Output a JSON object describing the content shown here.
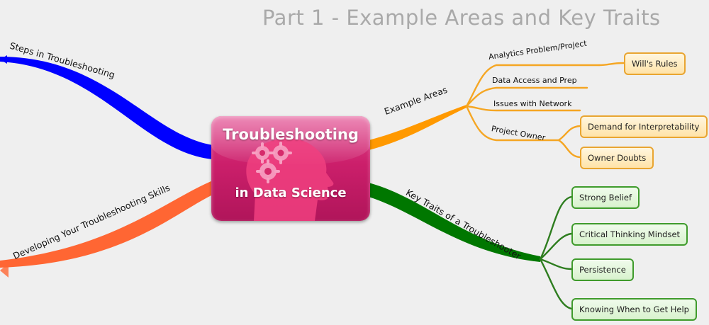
{
  "title": "Part 1 - Example Areas and Key Traits",
  "central": {
    "line1": "Troubleshooting",
    "line2": "in Data Science",
    "image": "head-with-gears-icon"
  },
  "branches": {
    "steps": {
      "label": "Steps in Troubleshooting",
      "color": "#0000ff"
    },
    "developing": {
      "label": "Developing Your Troubleshooting Skills",
      "color": "#ff6633"
    },
    "example_areas": {
      "label": "Example Areas",
      "color": "#ff9900",
      "children": [
        {
          "label": "Analytics Problem/Project",
          "leaves": [
            "Will's Rules"
          ]
        },
        {
          "label": "Data Access and Prep",
          "leaves": []
        },
        {
          "label": "Issues with Network",
          "leaves": []
        },
        {
          "label": "Project Owner",
          "leaves": [
            "Demand for Interpretability",
            "Owner Doubts"
          ]
        }
      ]
    },
    "key_traits": {
      "label": "Key Traits of a Troubleshooter",
      "color": "#007700",
      "children": [
        "Strong Belief",
        "Critical Thinking Mindset",
        "Persistence",
        "Knowing When to Get Help"
      ]
    }
  }
}
